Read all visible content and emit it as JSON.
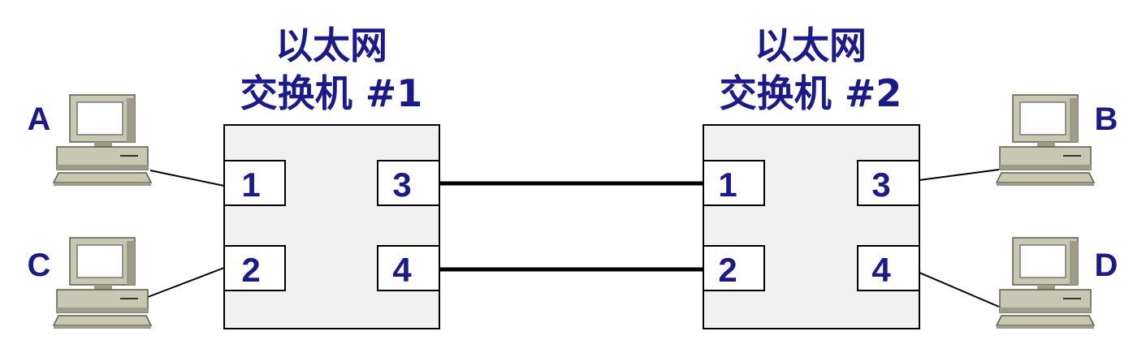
{
  "colors": {
    "text": "#1a1a8c",
    "switch_fill": "#f1f1f1",
    "port_fill": "#ffffff",
    "outline": "#000000",
    "computer_beige": "#c8c8b2",
    "computer_shadow": "#9c9c88",
    "link": "#000000"
  },
  "switches": [
    {
      "title_line1": "以太网",
      "title_line2": "交换机 #1",
      "ports": [
        {
          "label": "1"
        },
        {
          "label": "2"
        },
        {
          "label": "3"
        },
        {
          "label": "4"
        }
      ]
    },
    {
      "title_line1": "以太网",
      "title_line2": "交换机 #2",
      "ports": [
        {
          "label": "1"
        },
        {
          "label": "2"
        },
        {
          "label": "3"
        },
        {
          "label": "4"
        }
      ]
    }
  ],
  "hosts": [
    {
      "label": "A",
      "icon": "computer-icon"
    },
    {
      "label": "C",
      "icon": "computer-icon"
    },
    {
      "label": "B",
      "icon": "computer-icon"
    },
    {
      "label": "D",
      "icon": "computer-icon"
    }
  ],
  "connections": [
    {
      "from": "A",
      "to": "交换机 #1 port 1"
    },
    {
      "from": "C",
      "to": "交换机 #1 port 2"
    },
    {
      "from": "交换机 #1 port 3",
      "to": "交换机 #2 port 1"
    },
    {
      "from": "交换机 #1 port 4",
      "to": "交换机 #2 port 2"
    },
    {
      "from": "交换机 #2 port 3",
      "to": "B"
    },
    {
      "from": "交换机 #2 port 4",
      "to": "D"
    }
  ]
}
